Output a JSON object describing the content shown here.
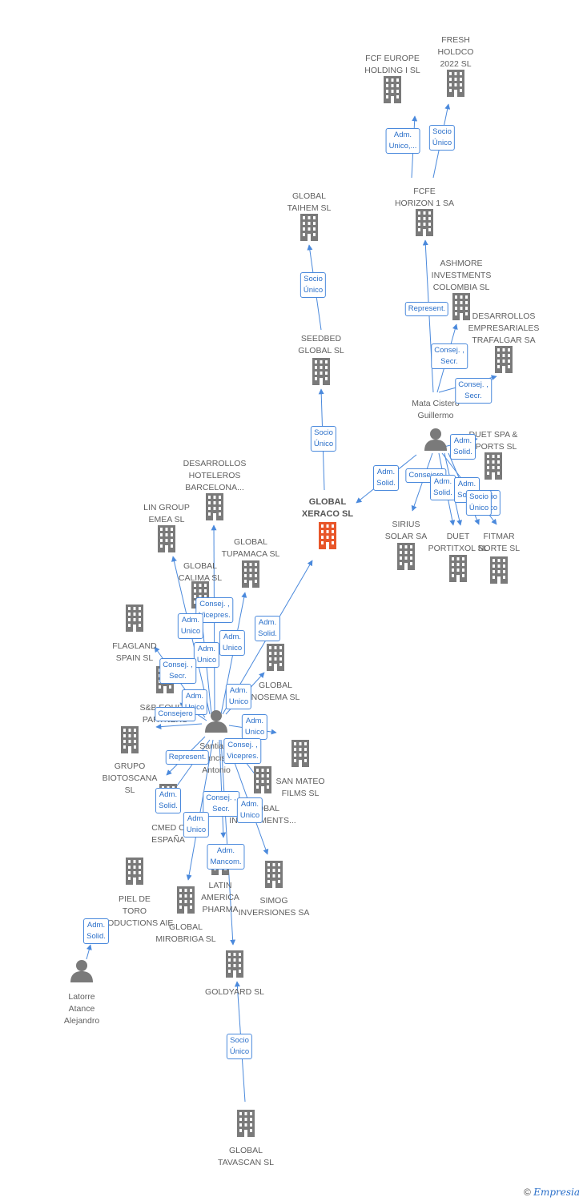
{
  "colors": {
    "edge": "#4a89dc",
    "node": "#7a7a7a",
    "focus": "#e8562a"
  },
  "icons": {
    "company": "building-icon",
    "person": "person-icon"
  },
  "nodes": [
    {
      "id": "fcf_europe",
      "label": "FCF EUROPE\nHOLDING I  SL",
      "type": "company"
    },
    {
      "id": "fresh_holdco",
      "label": "FRESH\nHOLDCO\n2022  SL",
      "type": "company"
    },
    {
      "id": "fcfe_horizon",
      "label": "FCFE\nHORIZON 1 SA",
      "type": "company"
    },
    {
      "id": "global_taihem",
      "label": "GLOBAL\nTAIHEM SL",
      "type": "company"
    },
    {
      "id": "ashmore",
      "label": "ASHMORE\nINVESTMENTS\nCOLOMBIA SL",
      "type": "company"
    },
    {
      "id": "desarrollos_trafalgar",
      "label": "DESARROLLOS\nEMPRESARIALES\nTRAFALGAR SA",
      "type": "company"
    },
    {
      "id": "seedbed",
      "label": "SEEDBED\nGLOBAL  SL",
      "type": "company"
    },
    {
      "id": "mata_cisteró",
      "label": "Mata Cistero\nGuillermo",
      "type": "person"
    },
    {
      "id": "duet_sports",
      "label": "DUET SPA &\nSPORTS SL",
      "type": "company"
    },
    {
      "id": "desarrollos_hoteleros",
      "label": "DESARROLLOS\nHOTELEROS\nBARCELONA...",
      "type": "company"
    },
    {
      "id": "global_xeraco",
      "label": "GLOBAL\nXERACO  SL",
      "type": "focus"
    },
    {
      "id": "lin_group",
      "label": "LIN GROUP\nEMEA  SL",
      "type": "company"
    },
    {
      "id": "sirius",
      "label": "SIRIUS\nSOLAR SA",
      "type": "company"
    },
    {
      "id": "duet_portitxol",
      "label": "DUET\nPORTITXOL SL",
      "type": "company"
    },
    {
      "id": "fitmar",
      "label": "FITMAR\nNORTE SL",
      "type": "company"
    },
    {
      "id": "global_tupamaca",
      "label": "GLOBAL\nTUPAMACA SL",
      "type": "company"
    },
    {
      "id": "global_calima",
      "label": "GLOBAL\nCALIMA SL",
      "type": "company"
    },
    {
      "id": "flagland",
      "label": "FLAGLAND\nSPAIN SL",
      "type": "company"
    },
    {
      "id": "global_nosema",
      "label": "GLOBAL\nNOSEMA SL",
      "type": "company"
    },
    {
      "id": "sb_equity",
      "label": "S&B EQUITY\nPARTNERS",
      "type": "company"
    },
    {
      "id": "santiago",
      "label": "Santiago\nFrancisco\nAntonio",
      "type": "person"
    },
    {
      "id": "grupo_biotoscana",
      "label": "GRUPO\nBIOTOSCANA\nSL",
      "type": "company"
    },
    {
      "id": "san_mateo",
      "label": "SAN MATEO\nFILMS SL",
      "type": "company"
    },
    {
      "id": "global_investments",
      "label": "GLOBAL\nINVESTMENTS...",
      "type": "company"
    },
    {
      "id": "cmed",
      "label": "CMED C\nESPAÑA",
      "type": "company"
    },
    {
      "id": "piel_de_toro",
      "label": "PIEL DE\nTORO\nPRODUCTIONS AIE",
      "type": "company"
    },
    {
      "id": "latin_america",
      "label": "LATIN\nAMERICA\nPHARMA",
      "type": "company"
    },
    {
      "id": "simog",
      "label": "SIMOG\nINVERSIONES SA",
      "type": "company"
    },
    {
      "id": "global_mirobriga",
      "label": "GLOBAL\nMIROBRIGA SL",
      "type": "company"
    },
    {
      "id": "latorre",
      "label": "Latorre\nAtance\nAlejandro",
      "type": "person"
    },
    {
      "id": "goldyard",
      "label": "GOLDYARD SL",
      "type": "company"
    },
    {
      "id": "global_tavascan",
      "label": "GLOBAL\nTAVASCAN  SL",
      "type": "company"
    }
  ],
  "edges": [
    {
      "from": "fcfe_horizon",
      "to": "fcf_europe",
      "label": "Adm.\nUnico,..."
    },
    {
      "from": "fcfe_horizon",
      "to": "fresh_holdco",
      "label": "Socio\nÚnico"
    },
    {
      "from": "seedbed",
      "to": "global_taihem",
      "label": "Socio\nÚnico"
    },
    {
      "from": "mata_cisteró",
      "to": "fcfe_horizon",
      "label": "Represent."
    },
    {
      "from": "mata_cisteró",
      "to": "ashmore",
      "label": "Consej. ,\nSecr."
    },
    {
      "from": "mata_cisteró",
      "to": "desarrollos_trafalgar",
      "label": "Consej. ,\nSecr."
    },
    {
      "from": "global_xeraco",
      "to": "seedbed",
      "label": "Socio\nÚnico"
    },
    {
      "from": "mata_cisteró",
      "to": "duet_sports",
      "label": "Adm.\nSolid."
    },
    {
      "from": "mata_cisteró",
      "to": "global_xeraco",
      "label": "Adm.\nSolid."
    },
    {
      "from": "mata_cisteró",
      "to": "sirius",
      "label": "Consejero"
    },
    {
      "from": "mata_cisteró",
      "to": "duet_portitxol",
      "label": "Adm.\nSolid."
    },
    {
      "from": "mata_cisteró",
      "to": "fitmar",
      "label": "Adm.\nSolid."
    },
    {
      "from": "mata_cisteró",
      "to": "fitmar",
      "label": "Socio\nÚnico"
    },
    {
      "from": "mata_cisteró",
      "to": "duet_portitxol",
      "label": "Socio\nÚnico"
    },
    {
      "from": "santiago",
      "to": "desarrollos_hoteleros",
      "label": "Consej. ,\nVicepres."
    },
    {
      "from": "santiago",
      "to": "lin_group",
      "label": "Adm.\nUnico"
    },
    {
      "from": "santiago",
      "to": "global_tupamaca",
      "label": "Adm.\nUnico"
    },
    {
      "from": "santiago",
      "to": "global_xeraco",
      "label": "Adm.\nSolid."
    },
    {
      "from": "santiago",
      "to": "global_calima",
      "label": "Adm.\nUnico"
    },
    {
      "from": "santiago",
      "to": "flagland",
      "label": "Consej. ,\nSecr."
    },
    {
      "from": "santiago",
      "to": "sb_equity",
      "label": "Adm.\nUnico"
    },
    {
      "from": "santiago",
      "to": "global_nosema",
      "label": "Adm.\nUnico"
    },
    {
      "from": "santiago",
      "to": "sb_equity",
      "label": "Consejero"
    },
    {
      "from": "santiago",
      "to": "san_mateo",
      "label": "Adm.\nUnico"
    },
    {
      "from": "santiago",
      "to": "grupo_biotoscana",
      "label": "Represent."
    },
    {
      "from": "santiago",
      "to": "global_investments",
      "label": "Consej. ,\nVicepres."
    },
    {
      "from": "santiago",
      "to": "cmed",
      "label": "Adm.\nSolid."
    },
    {
      "from": "santiago",
      "to": "latin_america",
      "label": "Consej. ,\nSecr."
    },
    {
      "from": "santiago",
      "to": "simog",
      "label": "Adm.\nUnico"
    },
    {
      "from": "santiago",
      "to": "global_mirobriga",
      "label": "Adm.\nUnico"
    },
    {
      "from": "santiago",
      "to": "goldyard",
      "label": "Adm.\nMancom."
    },
    {
      "from": "latorre",
      "to": "piel_de_toro",
      "label": "Adm.\nSolid."
    },
    {
      "from": "global_tavascan",
      "to": "goldyard",
      "label": "Socio\nÚnico"
    }
  ],
  "footer": {
    "copyright": "©",
    "brand": "Empresia"
  }
}
